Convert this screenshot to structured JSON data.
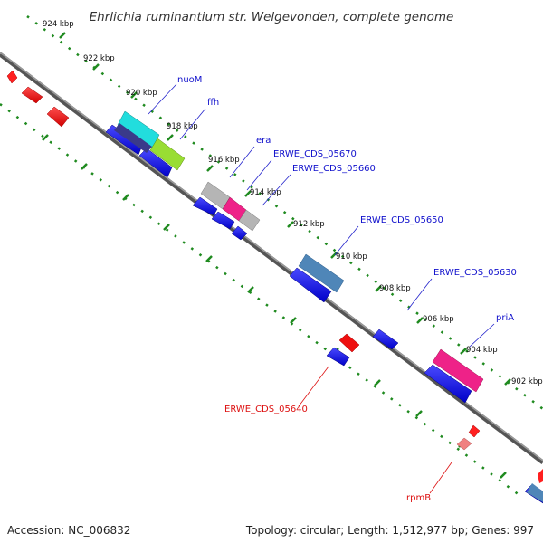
{
  "title": "Ehrlichia ruminantium str. Welgevonden, complete genome",
  "footer": {
    "accession": "Accession: NC_006832",
    "summary": "Topology: circular; Length: 1,512,977 bp; Genes: 997"
  },
  "ticks": [
    "924 kbp",
    "922 kbp",
    "920 kbp",
    "918 kbp",
    "916 kbp",
    "914 kbp",
    "912 kbp",
    "910 kbp",
    "908 kbp",
    "906 kbp",
    "904 kbp",
    "902 kbp"
  ],
  "genes": [
    {
      "name": "nuoM",
      "strand": "forward",
      "color": "#1a1aa8"
    },
    {
      "name": "ffh",
      "strand": "forward",
      "color": "#1a1aa8"
    },
    {
      "name": "era",
      "strand": "forward",
      "color": "#1a1aa8"
    },
    {
      "name": "ERWE_CDS_05670",
      "strand": "forward",
      "color": "#1a1aa8"
    },
    {
      "name": "ERWE_CDS_05660",
      "strand": "forward",
      "color": "#1a1aa8"
    },
    {
      "name": "ERWE_CDS_05650",
      "strand": "forward",
      "color": "#1a1aa8"
    },
    {
      "name": "ERWE_CDS_05630",
      "strand": "forward",
      "color": "#1a1aa8"
    },
    {
      "name": "priA",
      "strand": "forward",
      "color": "#1a1aa8"
    },
    {
      "name": "ERWE_CDS_05640",
      "strand": "reverse",
      "color": "#cc0000"
    },
    {
      "name": "rpmB",
      "strand": "reverse",
      "color": "#cc0000"
    }
  ],
  "colors": {
    "backbone": "#7a7a7a",
    "tick_dots": "#1f8a1f",
    "forward_cds": "#1010e0",
    "reverse_cds": "#e01010",
    "cog_cyan": "#22dddd",
    "cog_green": "#99dd33",
    "cog_grey": "#b5b5b5",
    "cog_pink": "#ee2288",
    "cog_steelblue": "#4f86b8",
    "cog_navy": "#3a3a8a",
    "cog_lightred": "#f08080"
  }
}
